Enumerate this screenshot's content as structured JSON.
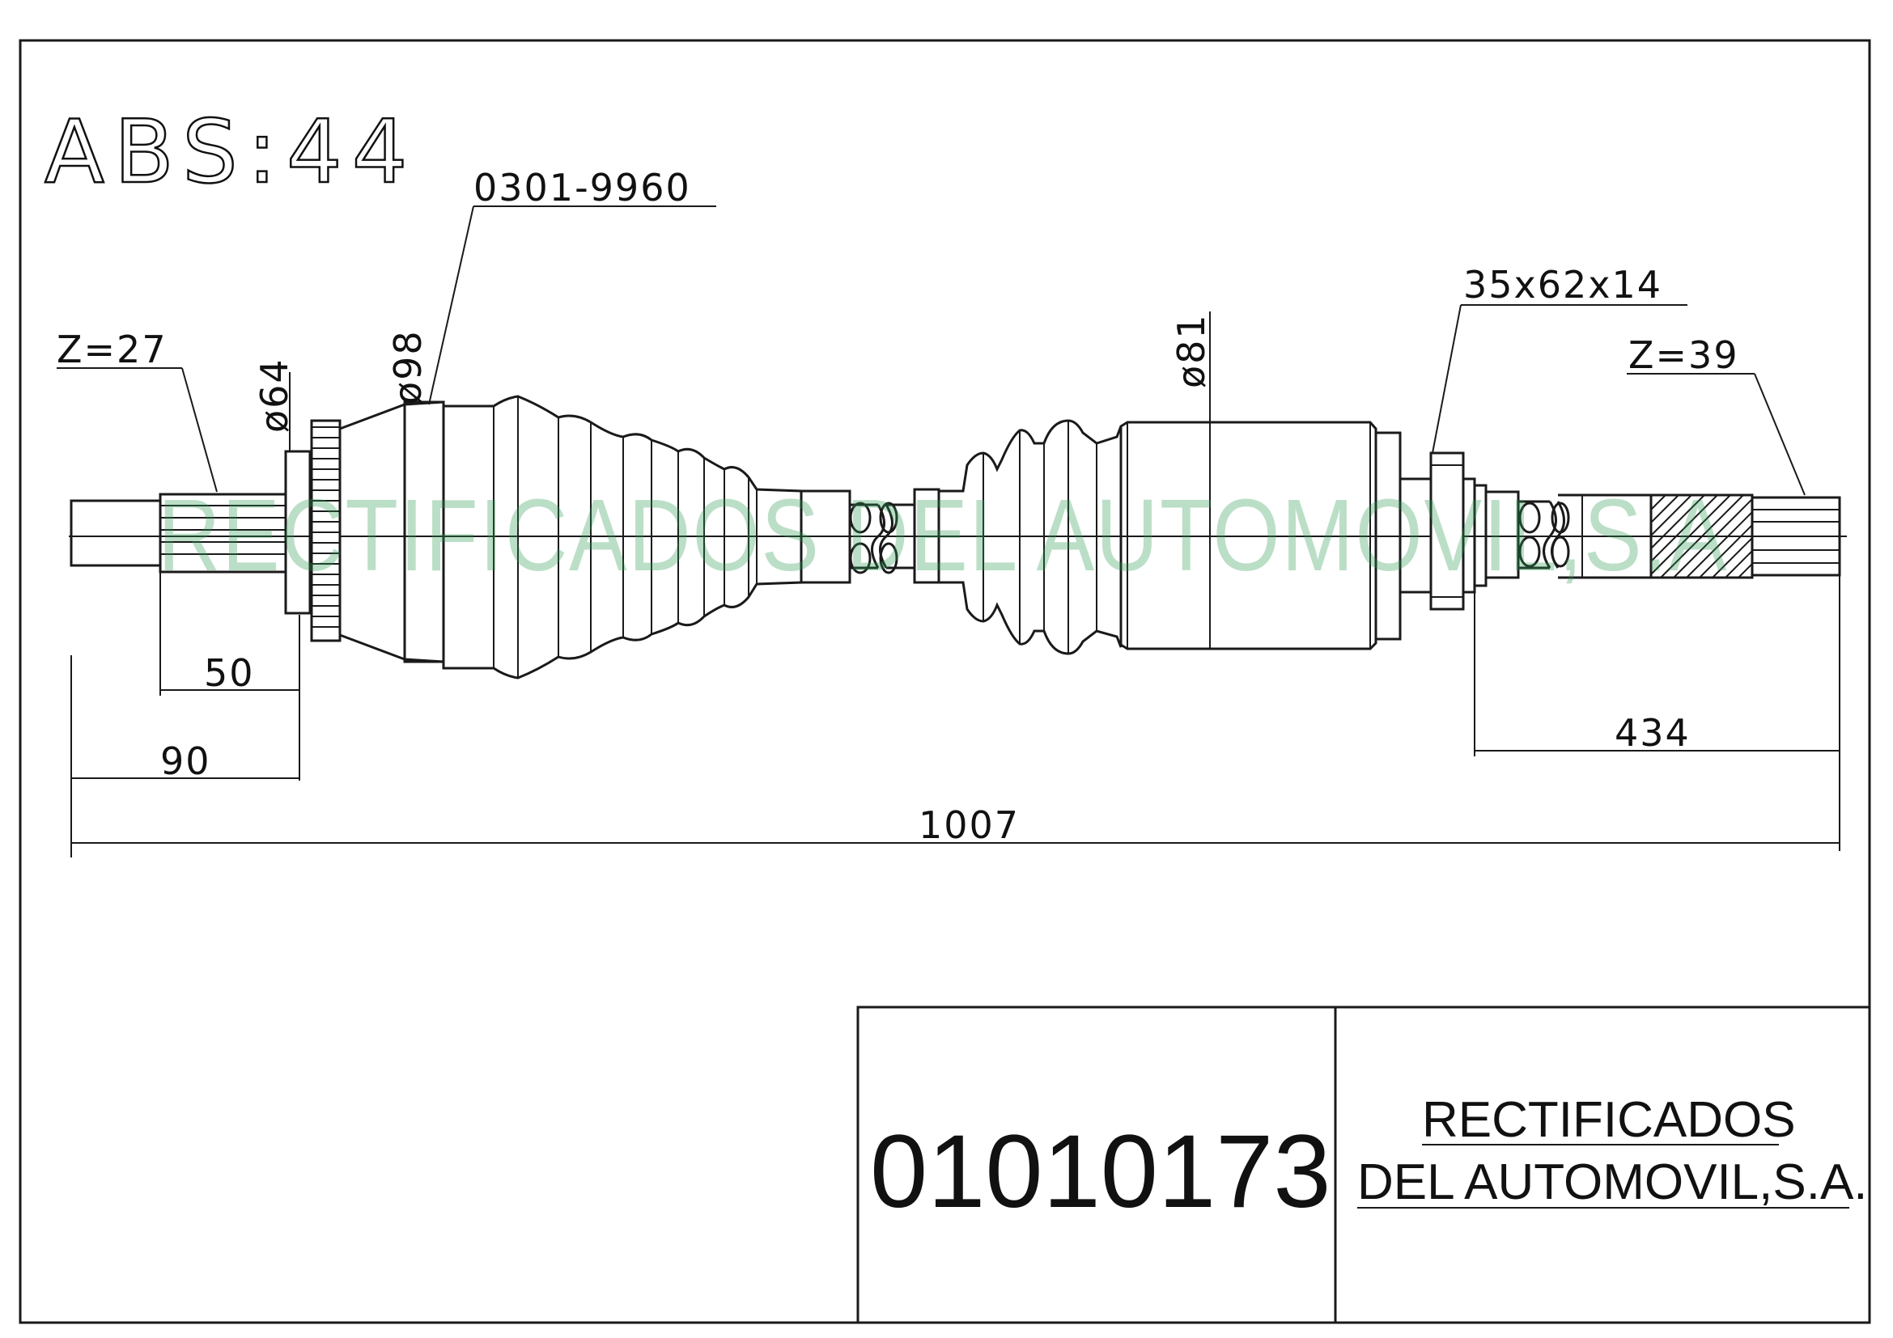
{
  "drawing": {
    "abs_label": "ABS:44",
    "part_ref": "0301-9960",
    "bearing_ref": "35x62x14",
    "left_spline": "Z=27",
    "right_spline": "Z=39",
    "dia_64": "ø64",
    "dia_98": "ø98",
    "dia_81": "ø81",
    "dim_50": "50",
    "dim_90": "90",
    "dim_434": "434",
    "dim_1007": "1007",
    "watermark": "RECTIFICADOS DEL AUTOMOVIL,S.A"
  },
  "title_block": {
    "part_number": "01010173",
    "company_line1": "RECTIFICADOS",
    "company_line2": "DEL AUTOMOVIL,S.A."
  }
}
